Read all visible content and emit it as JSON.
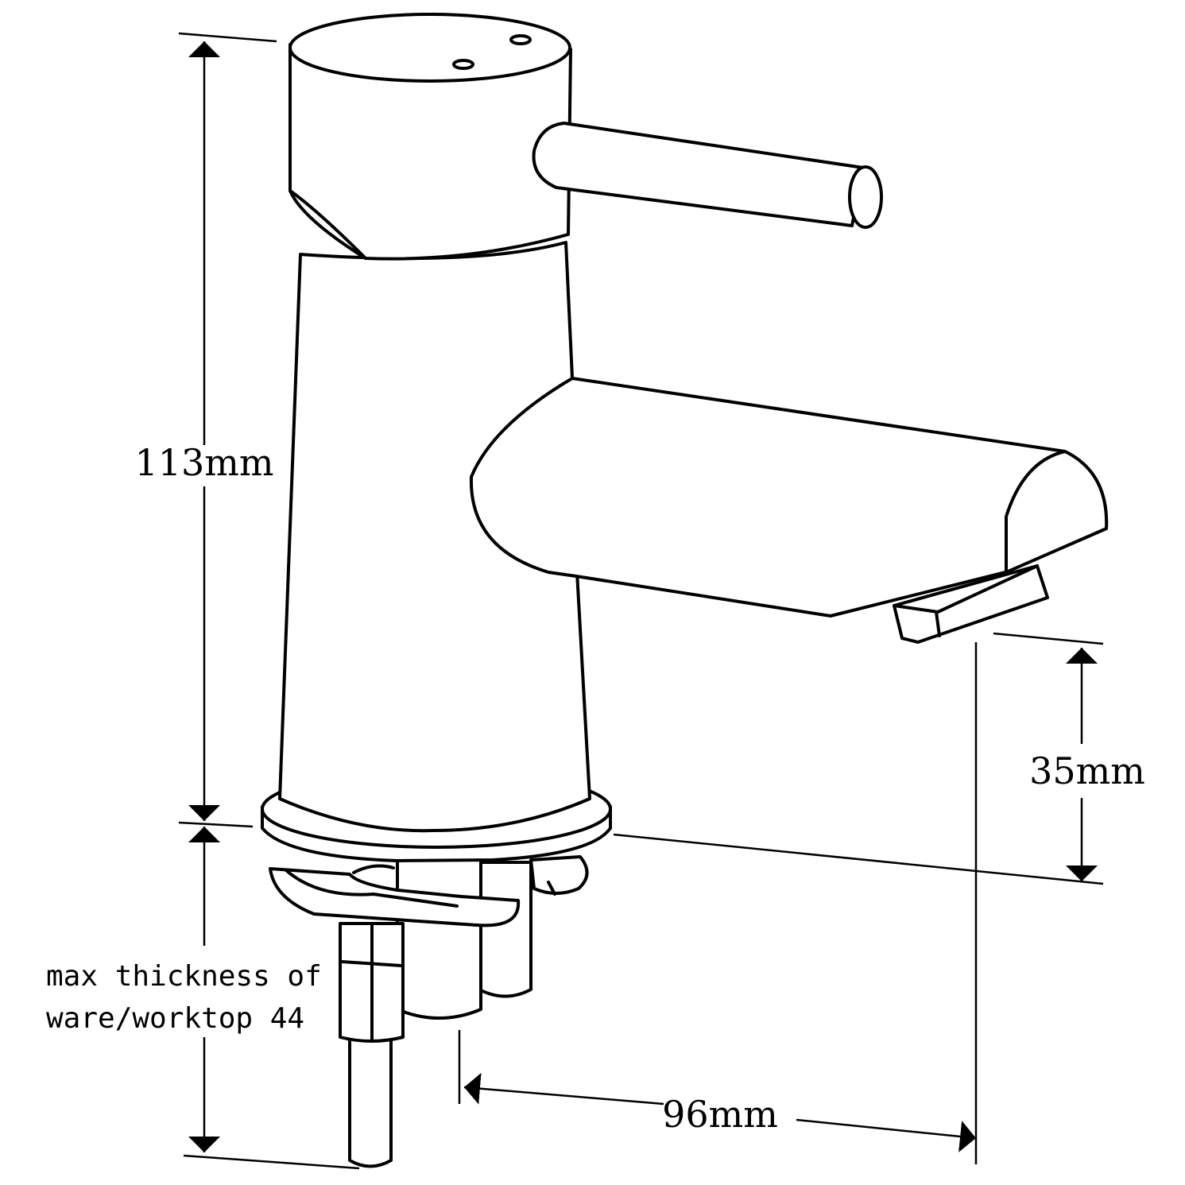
{
  "dimensions": {
    "height_total": "113mm",
    "spout_height": "35mm",
    "spout_reach": "96mm",
    "worktop_line1": "max thickness of",
    "worktop_line2": "ware/worktop 44"
  },
  "colors": {
    "line": "#000000",
    "background": "#ffffff"
  }
}
